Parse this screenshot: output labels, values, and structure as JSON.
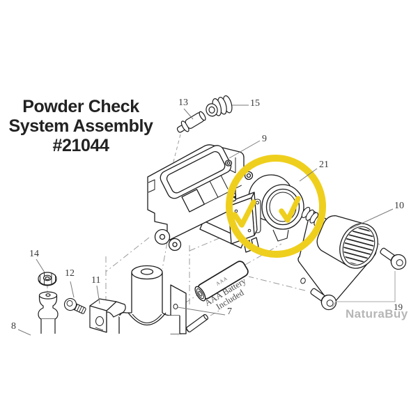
{
  "title": {
    "line1": "Powder Check",
    "line2": "System Assembly",
    "line3": "#21044"
  },
  "watermark": {
    "text": "NaturaBuy"
  },
  "battery": {
    "body_label": "AAA",
    "note_line1": "AAA Battery",
    "note_line2": "Included"
  },
  "part_labels": {
    "p7": "7",
    "p8": "8",
    "p9": "9",
    "p10": "10",
    "p11": "11",
    "p12": "12",
    "p13": "13",
    "p14": "14",
    "p15": "15",
    "p19": "19",
    "p21": "21"
  },
  "highlight": {
    "description": "hand-drawn yellow circle with two checkmarks around part 21",
    "checkmark_count": 2
  },
  "colors": {
    "background": "#ffffff",
    "line": "#1c1c1c",
    "leader": "#7a7a7a",
    "leader_light": "#a8a8a8",
    "label": "#3a3a3a",
    "highlight": "#efcf1d",
    "watermark": "#b6b6b6",
    "title": "#222222"
  }
}
